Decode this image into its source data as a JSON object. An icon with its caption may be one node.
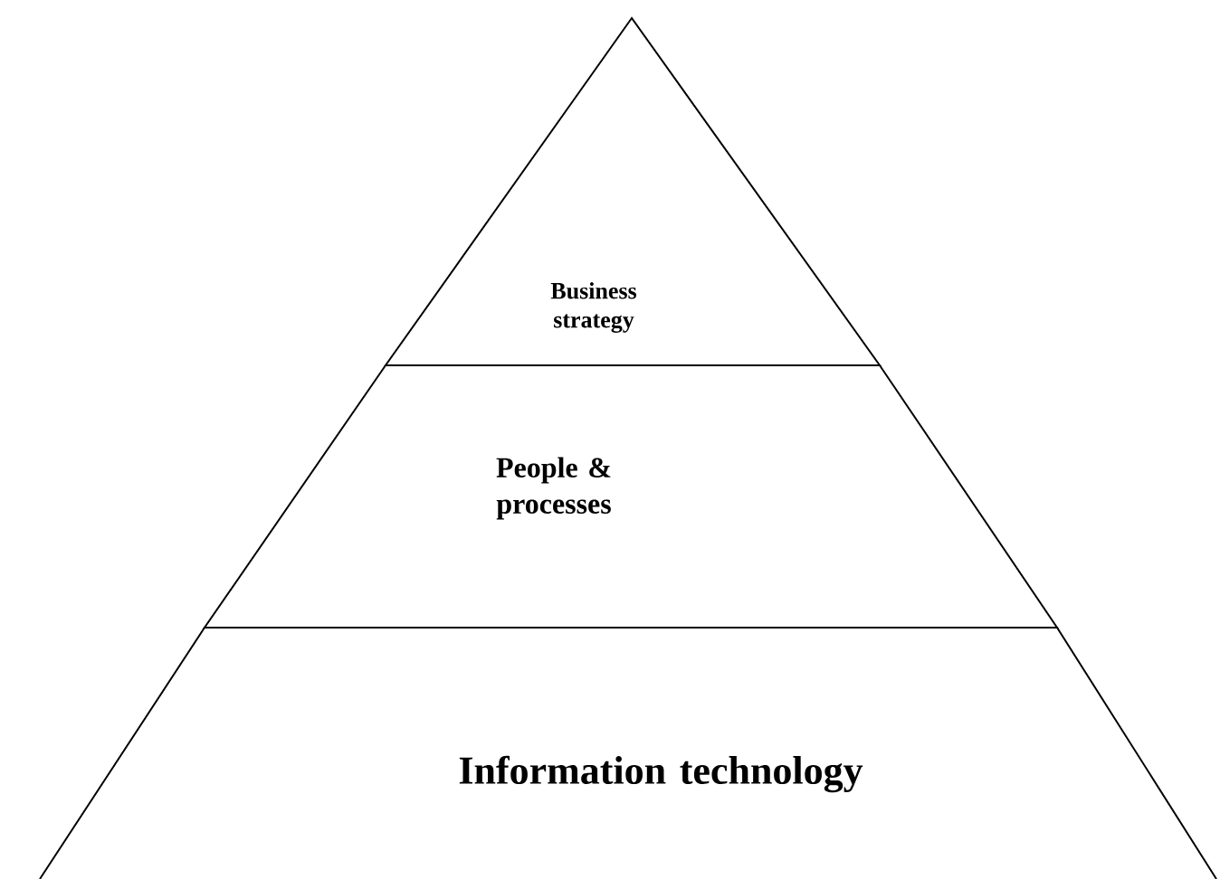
{
  "diagram": {
    "nodes": [
      {
        "text": [
          "Business strategy"
        ]
      },
      {
        "text": [
          "People & processes"
        ]
      },
      {
        "text": [
          "Information technology"
        ]
      }
    ]
  }
}
